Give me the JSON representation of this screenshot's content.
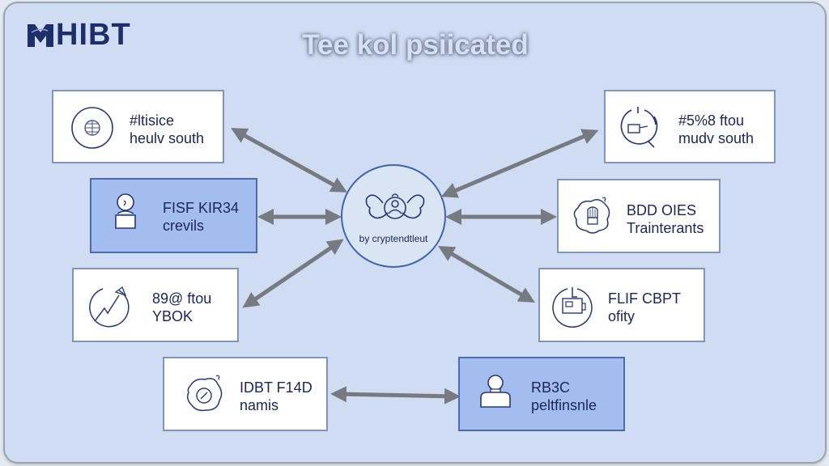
{
  "brand": {
    "name": "HIBT",
    "logo_icon": "hibt-logo-mark"
  },
  "title": "Tee kol psiicated",
  "hub": {
    "label": "by cryptendtleut",
    "icon": "network-wings-icon"
  },
  "nodes": [
    {
      "id": "top-left",
      "line1": "#ltisice",
      "line2": "heulv south",
      "icon": "globe-icon",
      "accent": false
    },
    {
      "id": "top-right",
      "line1": "#5%8 ftou",
      "line2": "mudv south",
      "icon": "search-chart-icon",
      "accent": false
    },
    {
      "id": "mid-left",
      "line1": "FISF KIR34",
      "line2": "crevils",
      "icon": "user-desk-icon",
      "accent": true
    },
    {
      "id": "mid-right",
      "line1": "BDD OIES",
      "line2": "Trainterants",
      "icon": "fingerprint-icon",
      "accent": false
    },
    {
      "id": "lower-left",
      "line1": "89@ ftou",
      "line2": "YBOK",
      "icon": "growth-chart-icon",
      "accent": false
    },
    {
      "id": "lower-right",
      "line1": "FLIF CBPT",
      "line2": "ofity",
      "icon": "wallet-timer-icon",
      "accent": false
    },
    {
      "id": "bottom-left",
      "line1": "IDBT F14D",
      "line2": "namis",
      "icon": "compass-icon",
      "accent": false
    },
    {
      "id": "bottom-right",
      "line1": "RB3C",
      "line2": "peltfinsnle",
      "icon": "user-profile-icon",
      "accent": true
    }
  ],
  "colors": {
    "background": "#cfdcf1",
    "accent_node": "#a3bdf0",
    "text_dark": "#1c2655",
    "arrow": "#777a80",
    "brand": "#1d2f6b"
  }
}
